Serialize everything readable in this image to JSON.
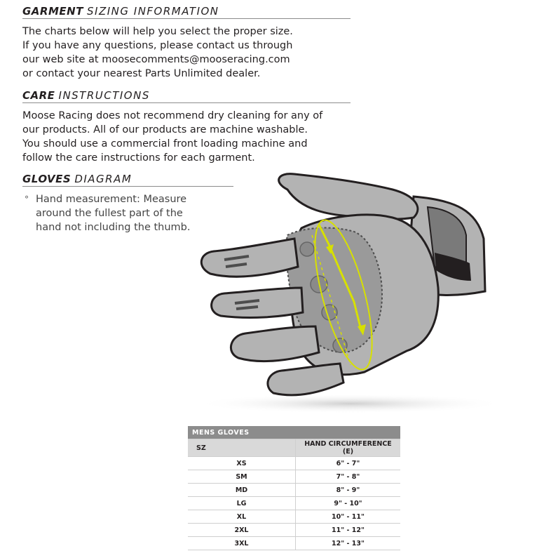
{
  "garment": {
    "heading_bold": "GARMENT",
    "heading_light": "SIZING INFORMATION",
    "lines": [
      "The charts below will help you select the proper size.",
      "If you have any questions, please contact us through",
      "our web site at moosecomments@mooseracing.com",
      "or contact your nearest Parts Unlimited dealer."
    ]
  },
  "care": {
    "heading_bold": "CARE",
    "heading_light": "INSTRUCTIONS",
    "lines": [
      "Moose Racing does not recommend dry cleaning for any of",
      "our products. All of our products are machine washable.",
      "You should use a commercial front loading machine and",
      "follow the care instructions for each garment."
    ]
  },
  "gloves": {
    "heading_bold": "GLOVES",
    "heading_light": "DIAGRAM",
    "bullet_mark": "°",
    "bullet_lines": [
      "Hand measurement: Measure",
      "around the fullest part of the",
      "hand not including the thumb."
    ]
  },
  "colors": {
    "measure_line": "#d7e000",
    "glove_main": "#b3b3b3",
    "glove_dark": "#5a5a5a",
    "table_title_bg": "#8c8c8c",
    "table_head_bg": "#d9d9d9"
  },
  "table": {
    "title": "MENS GLOVES",
    "col_size": "SZ",
    "col_circ": "HAND CIRCUMFERENCE (E)",
    "rows": [
      {
        "size": "XS",
        "circ": "6\" - 7\""
      },
      {
        "size": "SM",
        "circ": "7\" - 8\""
      },
      {
        "size": "MD",
        "circ": "8\" - 9\""
      },
      {
        "size": "LG",
        "circ": "9\" - 10\""
      },
      {
        "size": "XL",
        "circ": "10\" - 11\""
      },
      {
        "size": "2XL",
        "circ": "11\" - 12\""
      },
      {
        "size": "3XL",
        "circ": "12\" - 13\""
      }
    ]
  }
}
